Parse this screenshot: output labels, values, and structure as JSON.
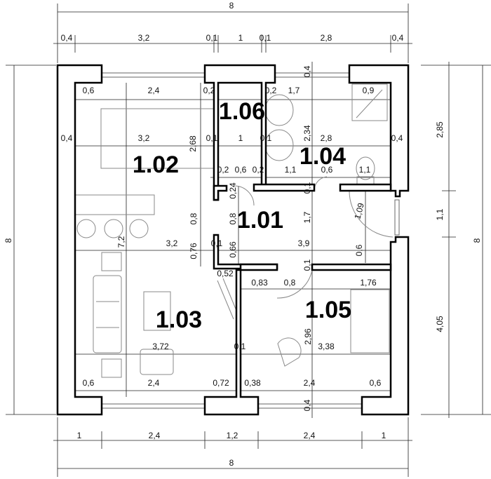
{
  "plan": {
    "rooms": {
      "r101": "1.01",
      "r102": "1.02",
      "r103": "1.03",
      "r104": "1.04",
      "r105": "1.05",
      "r106": "1.06"
    },
    "outer": {
      "top_total": "8",
      "bottom_total": "8",
      "left_total": "8",
      "right_total": "8"
    },
    "top_row": [
      "0,4",
      "3,2",
      "0,1",
      "1",
      "0,1",
      "2,8",
      "0,4"
    ],
    "bottom_row": [
      "1",
      "2,4",
      "1,2",
      "2,4",
      "1"
    ],
    "right_col": [
      "2,85",
      "1,1",
      "4,05"
    ],
    "inner_top": [
      "0,6",
      "2,4",
      "0,2",
      "0,2",
      "1,7",
      "0,9",
      "0,4"
    ],
    "inner_mid1": [
      "0,4",
      "3,2",
      "2,68",
      "0,1",
      "1",
      "0,1",
      "2,34",
      "2,8",
      "0,4"
    ],
    "inner_mid2": [
      "0,2",
      "0,6",
      "0,2",
      "1,1",
      "0,6",
      "1,1"
    ],
    "corridor": [
      "0,1",
      "0,24",
      "0,8",
      "0,8",
      "1,7",
      "1,09"
    ],
    "mid_row": [
      "7,2",
      "3,2",
      "0,1",
      "0,76",
      "0,66",
      "3,9",
      "0,6",
      "0,1"
    ],
    "lower": [
      "0,52",
      "0,83",
      "0,8",
      "1,76",
      "2,96",
      "3,72",
      "0,1",
      "3,38"
    ],
    "inner_bottom": [
      "0,6",
      "2,4",
      "0,72",
      "0,38",
      "2,4",
      "0,6",
      "0,4"
    ]
  }
}
